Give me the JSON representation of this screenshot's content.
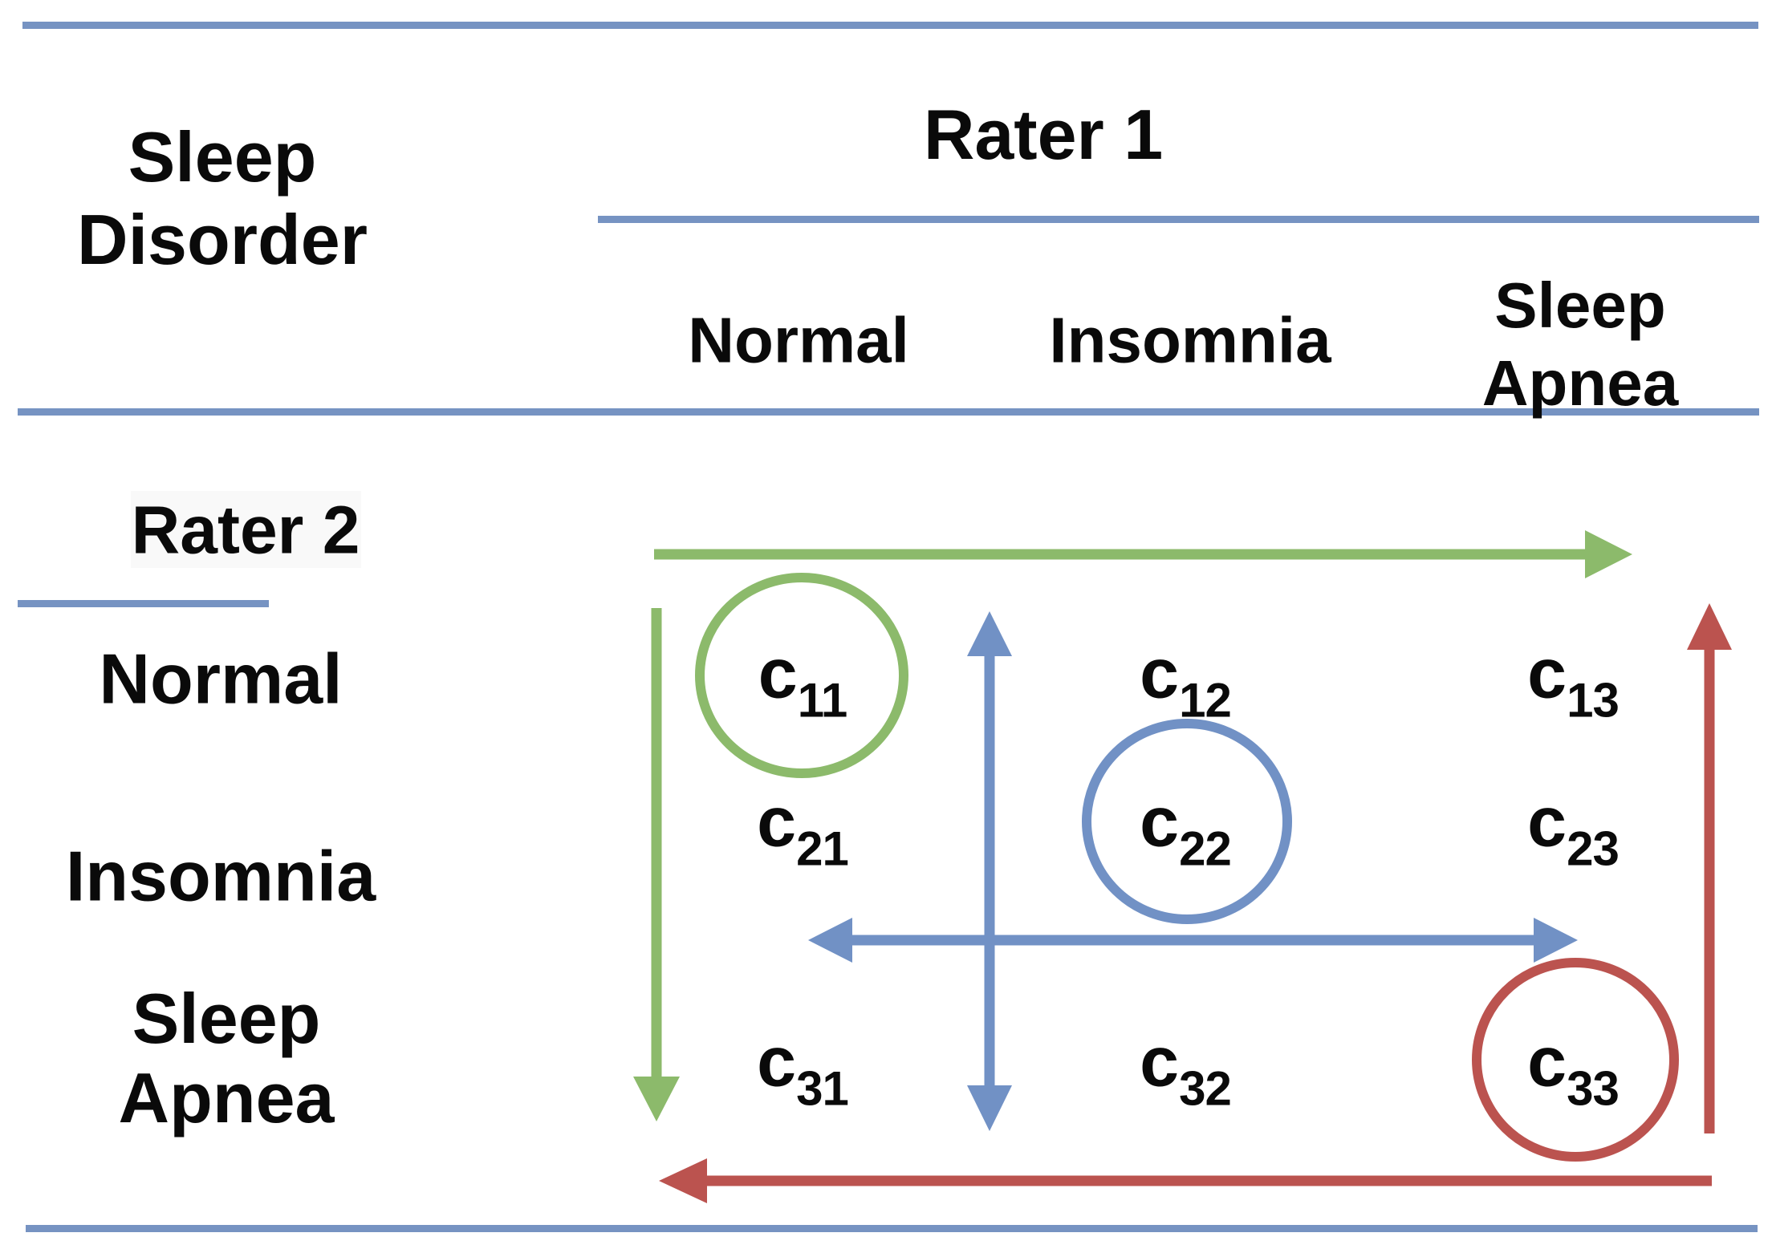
{
  "colors": {
    "rule_blue": "#7693c2",
    "arrow_blue": "#7191c5",
    "arrow_green": "#8cba6b",
    "arrow_red": "#bb534f",
    "text_black": "#0a0a0a",
    "rater2_highlight": "#f9f9f9"
  },
  "table": {
    "corner_title_lines": [
      "Sleep",
      "Disorder"
    ],
    "rater1_label": "Rater 1",
    "rater2_label": "Rater 2",
    "column_headers": [
      {
        "lines": [
          "Normal"
        ]
      },
      {
        "lines": [
          "Insomnia"
        ]
      },
      {
        "lines": [
          "Sleep",
          "Apnea"
        ]
      }
    ],
    "row_headers": [
      {
        "lines": [
          "Normal"
        ]
      },
      {
        "lines": [
          "Insomnia"
        ]
      },
      {
        "lines": [
          "Sleep",
          "Apnea"
        ]
      }
    ],
    "cells": [
      [
        {
          "base": "c",
          "sub": "11"
        },
        {
          "base": "c",
          "sub": "12"
        },
        {
          "base": "c",
          "sub": "13"
        }
      ],
      [
        {
          "base": "c",
          "sub": "21"
        },
        {
          "base": "c",
          "sub": "22"
        },
        {
          "base": "c",
          "sub": "23"
        }
      ],
      [
        {
          "base": "c",
          "sub": "31"
        },
        {
          "base": "c",
          "sub": "32"
        },
        {
          "base": "c",
          "sub": "33"
        }
      ]
    ]
  },
  "annotations": {
    "circled_diagonal_cells": [
      "c11",
      "c22",
      "c33"
    ]
  }
}
